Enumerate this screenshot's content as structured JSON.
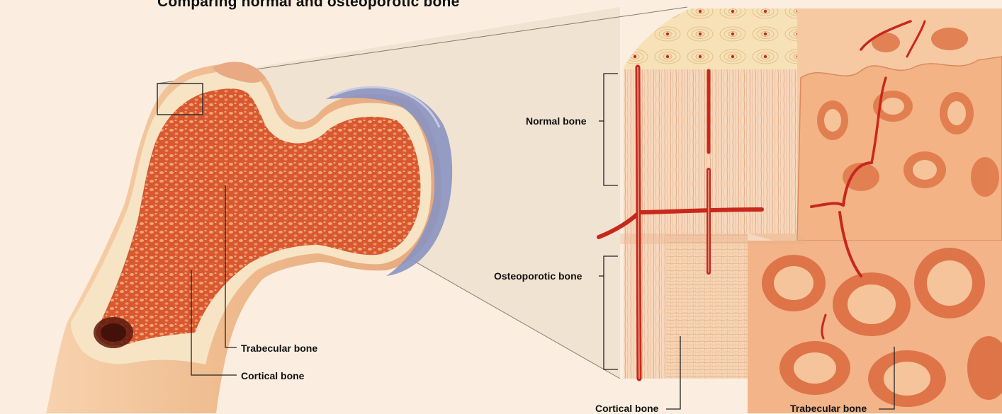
{
  "title": "Comparing normal and osteoporotic bone",
  "labels": {
    "normal_bone": "Normal bone",
    "osteoporotic_bone": "Osteoporotic bone",
    "trabecular_bone_left": "Trabecular bone",
    "cortical_bone_left": "Cortical bone",
    "cortical_bone_right": "Cortical bone",
    "trabecular_bone_right": "Trabecular bone"
  },
  "colors": {
    "background": "#fbeee0",
    "bone_outer": "#f2c9a0",
    "marrow": "#d4542e",
    "artery": "#c8281c",
    "cartilage": "#8a93c2"
  }
}
